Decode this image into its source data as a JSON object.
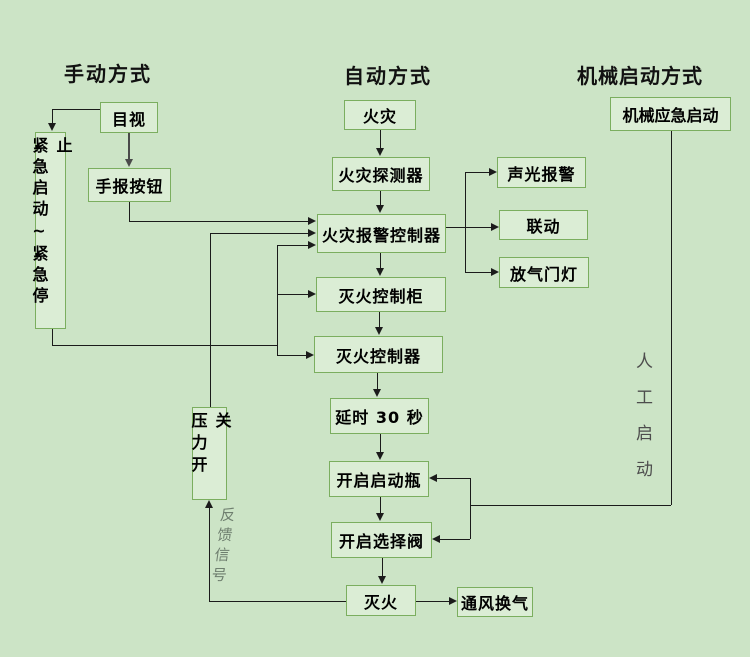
{
  "titles": {
    "manual": "手动方式",
    "auto": "自动方式",
    "mechanical": "机械启动方式"
  },
  "nodes": {
    "visual": {
      "label": "目视"
    },
    "manual_call_button": {
      "label": "手报按钮"
    },
    "emergency_start_stop": {
      "label": "紧急启动~紧急停止"
    },
    "fire": {
      "label": "火灾"
    },
    "fire_detector": {
      "label": "火灾探测器"
    },
    "fire_alarm_controller": {
      "label": "火灾报警控制器"
    },
    "sound_light_alarm": {
      "label": "声光报警"
    },
    "linkage": {
      "label": "联动"
    },
    "gas_release_lamp": {
      "label": "放气门灯"
    },
    "extinguishing_cabinet": {
      "label": "灭火控制柜"
    },
    "extinguishing_controller": {
      "label": "灭火控制器"
    },
    "delay_30s": {
      "label": "延时 30 秒"
    },
    "open_pilot_cylinder": {
      "label": "开启启动瓶"
    },
    "open_selector_valve": {
      "label": "开启选择阀"
    },
    "extinguish": {
      "label": "灭火"
    },
    "ventilation": {
      "label": "通风换气"
    },
    "pressure_switch": {
      "label": "压力开关"
    },
    "mechanical_emergency_start": {
      "label": "机械应急启动"
    }
  },
  "annotations": {
    "manual_start": "人工启动",
    "feedback_signal": "反馈信号"
  },
  "colors": {
    "background": "#cce4c6",
    "node_fill": "#dbedd5",
    "node_border": "#7bae5f",
    "line": "#1b1b1b",
    "text": "#000000",
    "annotation_text": "#4d4d4d"
  }
}
